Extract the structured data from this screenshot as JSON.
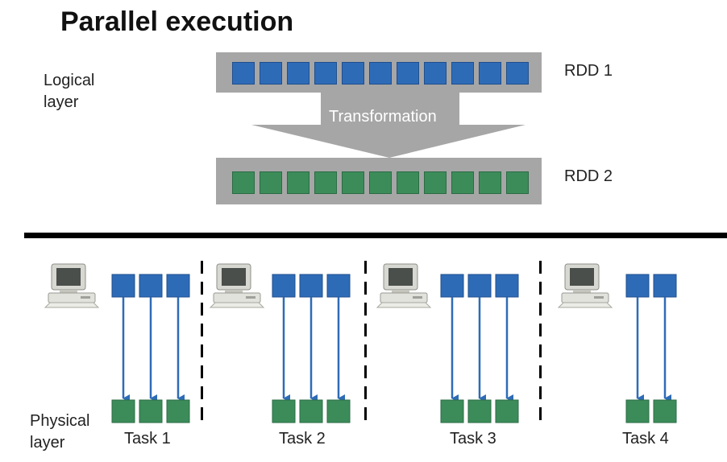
{
  "title": "Parallel execution",
  "logical_label": [
    "Logical",
    "layer"
  ],
  "physical_label": [
    "Physical",
    "layer"
  ],
  "rdd1_label": "RDD 1",
  "rdd2_label": "RDD 2",
  "transformation_label": "Transformation",
  "partition_count": 11,
  "tasks": [
    {
      "label": "Task 1",
      "partitions": 3
    },
    {
      "label": "Task 2",
      "partitions": 3
    },
    {
      "label": "Task 3",
      "partitions": 3
    },
    {
      "label": "Task 4",
      "partitions": 2
    }
  ],
  "colors": {
    "rdd1_partition": "#2e6bb7",
    "rdd2_partition": "#3c8c5a",
    "arrow": "#2e6bb7",
    "band": "#a6a6a6"
  },
  "icons": [
    "computer-icon"
  ]
}
